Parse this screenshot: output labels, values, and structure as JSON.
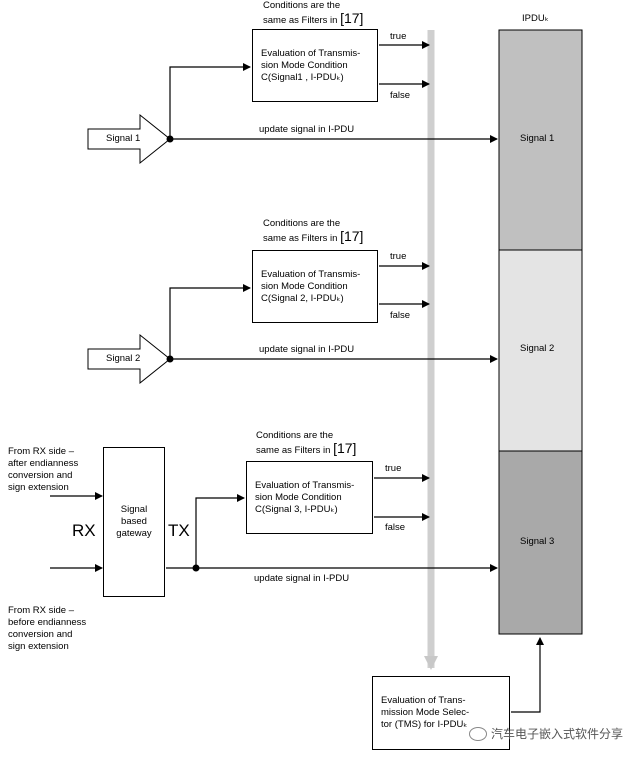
{
  "ipdu_header": "IPDUₖ",
  "signals": [
    {
      "arrow_label": "Signal 1",
      "pdu_label": "Signal 1",
      "pdu_color": "#c0c0c0"
    },
    {
      "arrow_label": "Signal 2",
      "pdu_label": "Signal 2",
      "pdu_color": "#e4e4e4"
    },
    {
      "arrow_label": "",
      "pdu_label": "Signal 3",
      "pdu_color": "#a9a9a9"
    }
  ],
  "update_label": "update signal in I-PDU",
  "conditions": {
    "line1": "Conditions are the",
    "line2": "same as Filters in",
    "ref": "[17]"
  },
  "evaluation_boxes": [
    {
      "line1": "Evaluation of Transmis-",
      "line2": "sion Mode Condition",
      "line3": "C(Signal1 , I-PDUₖ)"
    },
    {
      "line1": "Evaluation of Transmis-",
      "line2": "sion Mode Condition",
      "line3": "C(Signal 2, I-PDUₖ)"
    },
    {
      "line1": "Evaluation of Transmis-",
      "line2": "sion Mode Condition",
      "line3": "C(Signal 3, I-PDUₖ)"
    }
  ],
  "true_label": "true",
  "false_label": "false",
  "gateway": {
    "line1": "Signal",
    "line2": "based",
    "line3": "gateway",
    "rx": "RX",
    "tx": "TX",
    "rx_after": [
      "From RX side –",
      "after endianness",
      "conversion and",
      "sign extension"
    ],
    "rx_before": [
      "From RX side –",
      "before endianness",
      "conversion and",
      "sign extension"
    ]
  },
  "tms_box": {
    "line1": "Evaluation of Trans-",
    "line2": "mission Mode Selec-",
    "line3": "tor (TMS) for I-PDUₖ"
  },
  "watermark": "汽车电子嵌入式软件分享",
  "colors": {
    "gray_bar": "#cfcfcf",
    "line": "#000000"
  }
}
